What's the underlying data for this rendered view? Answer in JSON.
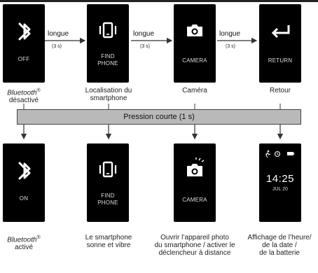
{
  "top_row": [
    {
      "icon": "bluetooth-icon",
      "label": "OFF",
      "caption_brand": "Bluetooth",
      "caption_sup": "®",
      "caption_rest": "désactivé"
    },
    {
      "icon": "phone-vibrate-icon",
      "label": "FIND\nPHONE",
      "caption": "Localisation du\nsmartphone"
    },
    {
      "icon": "camera-icon",
      "label": "CAMERA",
      "caption": "Caméra"
    },
    {
      "icon": "return-arrow-icon",
      "label": "RETURN",
      "caption": "Retour"
    }
  ],
  "transitions": [
    {
      "label": "longue",
      "duration": "(3 s)"
    },
    {
      "label": "longue",
      "duration": "(3 s)"
    },
    {
      "label": "longue",
      "duration": "(3 s)"
    }
  ],
  "short_press": "Pression courte (1 s)",
  "bottom_row": [
    {
      "icon": "bluetooth-icon",
      "label": "ON",
      "caption_brand": "Bluetooth",
      "caption_sup": "®",
      "caption_rest": "activé"
    },
    {
      "icon": "phone-vibrate-icon",
      "label": "FIND\nPHONE",
      "caption": "Le smartphone\nsonne et vibre"
    },
    {
      "icon": "camera-shutter-icon",
      "label": "CAMERA",
      "caption": "Ouvrir l’appareil photo\ndu smartphone / activer le\ndéclencheur à distance"
    },
    {
      "icon": "run-icon",
      "icon2": "alarm-icon",
      "icon3": "battery-icon",
      "time": "14:25",
      "date": "JUL 20",
      "caption": "Affichage de l’heure/\nde la date /\nde la batterie"
    }
  ],
  "colors": {
    "screen": "#000000",
    "bar": "#b9b9b9",
    "arrow": "#333333"
  }
}
